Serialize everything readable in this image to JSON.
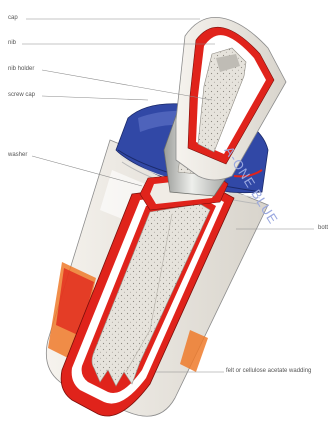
{
  "labels": {
    "cap": "cap",
    "nib": "nib",
    "nib_holder": "nib holder",
    "screw_cap": "screw cap",
    "washer": "washer",
    "bottle": "bott",
    "wadding": "felt or cellulose acetate wadding"
  },
  "cap_text": "A-ONE BLUE",
  "colors": {
    "red_wall": "#e0231b",
    "cap_blue": "#3148a6",
    "wadding": "#e6e3dc",
    "metal": "#c9cbc8",
    "accent_orange": "#ef7a2a",
    "leader": "#8a8a8a"
  }
}
